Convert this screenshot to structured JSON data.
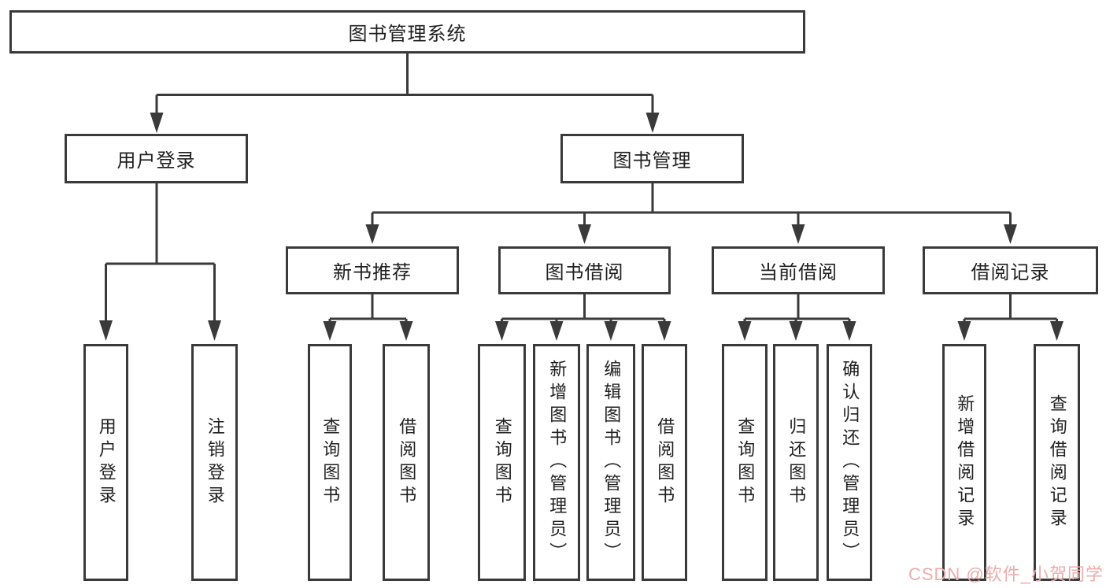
{
  "tree": {
    "root": {
      "label": "图书管理系统",
      "children": [
        {
          "label": "用户登录",
          "children": [
            {
              "label": "用户登录"
            },
            {
              "label": "注销登录"
            }
          ]
        },
        {
          "label": "图书管理",
          "children": [
            {
              "label": "新书推荐",
              "children": [
                {
                  "label": "查询图书"
                },
                {
                  "label": "借阅图书"
                }
              ]
            },
            {
              "label": "图书借阅",
              "children": [
                {
                  "label": "查询图书"
                },
                {
                  "label": "新增图书（管理员）"
                },
                {
                  "label": "编辑图书（管理员）"
                },
                {
                  "label": "借阅图书"
                }
              ]
            },
            {
              "label": "当前借阅",
              "children": [
                {
                  "label": "查询图书"
                },
                {
                  "label": "归还图书"
                },
                {
                  "label": "确认归还（管理员）"
                }
              ]
            },
            {
              "label": "借阅记录",
              "children": [
                {
                  "label": "新增借阅记录"
                },
                {
                  "label": "查询借阅记录"
                }
              ]
            }
          ]
        }
      ]
    }
  },
  "watermark": {
    "text": "CSDN @软件_小贺同学",
    "color": "#efabab"
  },
  "colors": {
    "line": "#3a3a3a",
    "box_border": "#3a3a3a",
    "background": "#ffffff",
    "text": "#1f1f1f"
  }
}
